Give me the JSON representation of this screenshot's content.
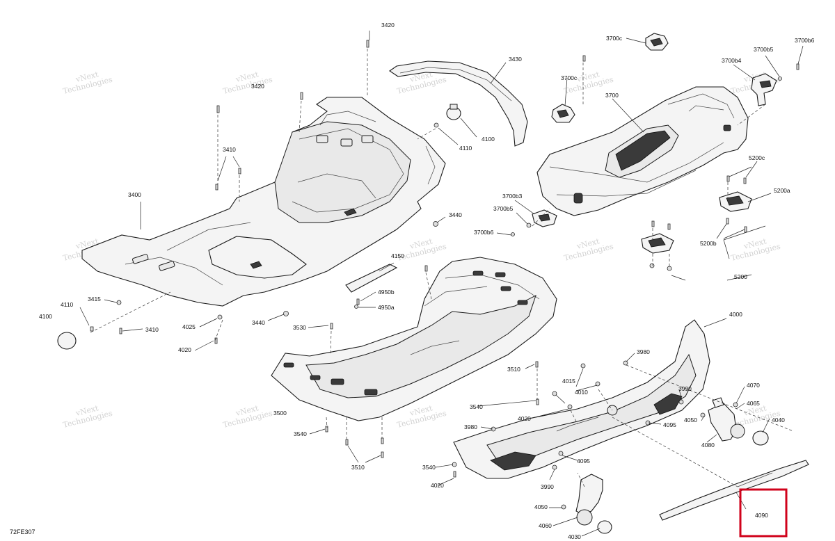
{
  "diagram_code": "72FE307",
  "watermark_text": [
    "vNext",
    "Technologies"
  ],
  "callouts": {
    "l3420a": "3420",
    "l3420b": "3420",
    "l3430": "3430",
    "l3410a": "3410",
    "l3400": "3400",
    "l4100a": "4100",
    "l4110a": "4110",
    "l4150": "4150",
    "l3440a": "3440",
    "l3440b": "3440",
    "l4950b": "4950b",
    "l4950a": "4950a",
    "l3415": "3415",
    "l4110b": "4110",
    "l4100b": "4100",
    "l3410b": "3410",
    "l4025": "4025",
    "l4020a": "4020",
    "l3530": "3530",
    "l3500": "3500",
    "l3510a": "3510",
    "l3540a": "3540",
    "l3540b": "3540",
    "l3540c": "3540",
    "l3510b": "3510",
    "l3700c1": "3700c",
    "l3700c2": "3700c",
    "l3700": "3700",
    "l3700b6a": "3700b6",
    "l3700b5a": "3700b5",
    "l3700b4": "3700b4",
    "l3700b3": "3700b3",
    "l3700b5b": "3700b5",
    "l3700b6b": "3700b6",
    "l5200c": "5200c",
    "l5200a": "5200a",
    "l5200b": "5200b",
    "l5200": "5200",
    "l4000": "4000",
    "l3980a": "3980",
    "l3980b": "3980",
    "l4015": "4015",
    "l4010": "4010",
    "l4020b": "4020",
    "l4020c": "4020",
    "l3990a": "3990",
    "l3990b": "3990",
    "l4095a": "4095",
    "l4095b": "4095",
    "l4070": "4070",
    "l4065": "4065",
    "l4050a": "4050",
    "l4040": "4040",
    "l4080": "4080",
    "l4050b": "4050",
    "l4060": "4060",
    "l4030": "4030",
    "l4090": "4090"
  },
  "highlight_part": "4090",
  "colors": {
    "highlight_box": "#d0021b",
    "line": "#1a1a1a",
    "watermark": "#d2d2d2"
  }
}
